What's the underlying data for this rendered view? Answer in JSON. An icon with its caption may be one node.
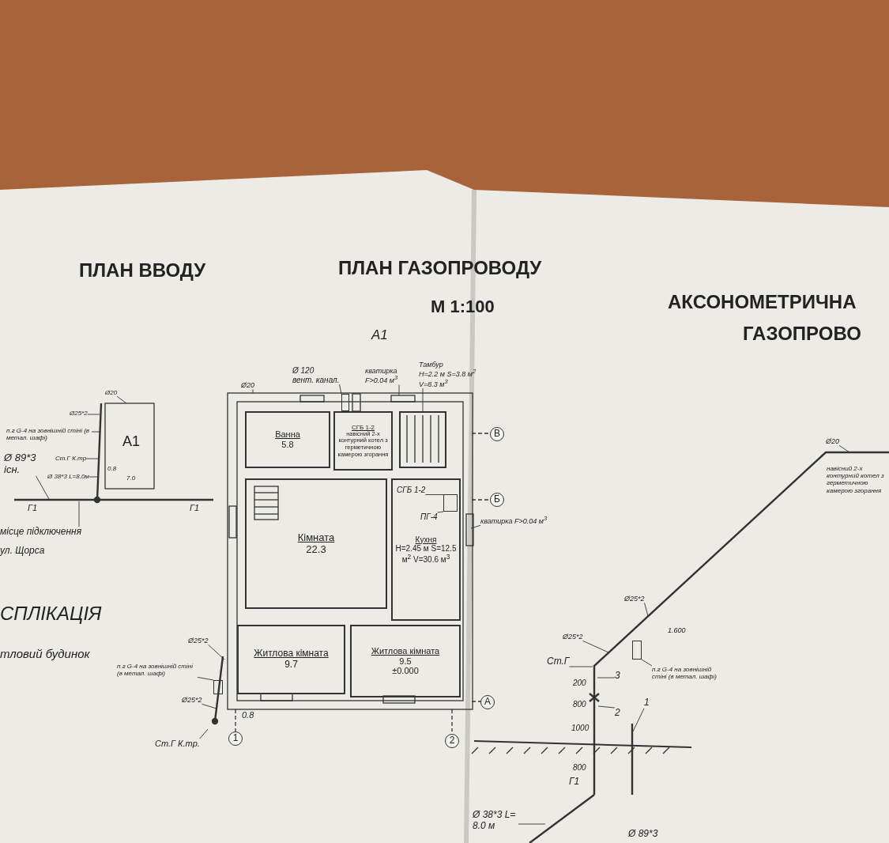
{
  "diagram": {
    "nodes": [
      {
        "text": [
          "A1"
        ]
      },
      {
        "text": [
          "Ø20"
        ]
      },
      {
        "text": [
          "Ø25*2"
        ]
      },
      {
        "text": [
          "п.г G-4 на зовнішній стіні (в метал. шафі)"
        ]
      },
      {
        "text": [
          "Ст.Г К.тр"
        ]
      },
      {
        "text": [
          "Ø 38*3 L=8.0м"
        ]
      },
      {
        "text": [
          "Ø 89*3",
          "існ."
        ]
      },
      {
        "text": [
          "місце підключення"
        ]
      },
      {
        "text": [
          "Ванна",
          "5.8"
        ]
      },
      {
        "text": [
          "СГБ 1-2",
          "навісний 2-х контурний котел з герметичною камерою згорання"
        ]
      },
      {
        "text": [],
        "shape": "box"
      },
      {
        "text": [
          "Тамбур",
          "H=2.2 м S=3.8 м$^{2}$ V=8.3 м$^{3}$"
        ]
      },
      {
        "text": [
          "Кімната",
          "22.3"
        ]
      },
      {
        "text": [
          "Кухня",
          "H=2.45 м S=12.5 м$^{2}$ V=30.6 м$^{3}$"
        ]
      },
      {
        "text": [
          "Житлова кімната",
          "9.7"
        ]
      },
      {
        "text": [
          "Житлова кімната",
          "9.5",
          "±0.000"
        ]
      },
      {
        "text": [
          "Ø 120",
          "вент. канал."
        ]
      },
      {
        "text": [
          "кватирка F>0.04 м$^{3}$"
        ]
      },
      {
        "text": [
          "Ø20"
        ]
      },
      {
        "text": [
          "СГБ 1-2"
        ],
        "in": 13
      },
      {
        "text": [
          "ПГ-4"
        ],
        "in": 13
      },
      {
        "text": [
          "кватирка F>0.04 м$^{3}$"
        ]
      },
      {
        "text": [
          "Ø25*2"
        ]
      },
      {
        "text": [
          "п.г G-4 на зовнішній стіні (в метал. шафі)"
        ]
      },
      {
        "text": [
          "Ø25*2"
        ]
      },
      {
        "text": [
          "Ст.Г К.тр."
        ]
      },
      {
        "text": [
          "В"
        ]
      },
      {
        "text": [
          "Б"
        ]
      },
      {
        "text": [
          "А"
        ]
      },
      {
        "text": [
          "1"
        ]
      },
      {
        "text": [
          "2"
        ]
      },
      {
        "text": [
          "Ø20"
        ]
      },
      {
        "text": [
          "Ø25*2"
        ]
      },
      {
        "text": [
          "Ø25*2"
        ]
      },
      {
        "text": [
          "Ст.Г"
        ]
      },
      {
        "text": [
          "п.г G-4 на зовнішній стіні (в метал. шафі)"
        ]
      },
      {
        "text": [
          "3"
        ]
      },
      {
        "text": [
          "2"
        ]
      },
      {
        "text": [
          "1"
        ]
      },
      {
        "text": [
          "Ø 38*3 L= 8.0 м"
        ]
      },
      {
        "text": [],
        "shape": "box",
        "in": 13
      },
      {
        "text": [],
        "shape": "box"
      },
      {
        "text": [],
        "shape": "box"
      },
      {
        "text": [],
        "shape": "box"
      }
    ],
    "edges": [
      {
        "from": 1,
        "to": null,
        "arrow": "none"
      },
      {
        "from": 2,
        "to": null,
        "arrow": "none"
      },
      {
        "from": 3,
        "to": null,
        "arrow": "none"
      },
      {
        "from": 4,
        "to": null,
        "arrow": "none"
      },
      {
        "from": 5,
        "to": null,
        "arrow": "none"
      },
      {
        "from": 6,
        "to": null,
        "arrow": "none"
      },
      {
        "from": 7,
        "to": null,
        "arrow": "none"
      },
      {
        "from": 16,
        "to": 43,
        "arrow": "none"
      },
      {
        "from": 17,
        "to": null,
        "arrow": "none"
      },
      {
        "from": 18,
        "to": null,
        "arrow": "none"
      },
      {
        "from": 11,
        "to": 10,
        "arrow": "none"
      },
      {
        "from": 19,
        "to": 40,
        "arrow": "none"
      },
      {
        "from": 20,
        "to": 40,
        "arrow": "none"
      },
      {
        "from": 21,
        "to": null,
        "arrow": "none"
      },
      {
        "from": 22,
        "to": null,
        "arrow": "none"
      },
      {
        "from": 23,
        "to": 41,
        "arrow": "none"
      },
      {
        "from": 24,
        "to": null,
        "arrow": "none"
      },
      {
        "from": 25,
        "to": null,
        "arrow": "none"
      },
      {
        "from": 31,
        "to": null,
        "arrow": "none"
      },
      {
        "from": 32,
        "to": null,
        "arrow": "none"
      },
      {
        "from": 33,
        "to": null,
        "arrow": "none"
      },
      {
        "from": 34,
        "to": null,
        "arrow": "none"
      },
      {
        "from": 35,
        "to": 42,
        "arrow": "none"
      },
      {
        "from": 36,
        "to": null,
        "arrow": "none"
      },
      {
        "from": 37,
        "to": null,
        "arrow": "none"
      },
      {
        "from": 38,
        "to": null,
        "arrow": "none"
      },
      {
        "from": 39,
        "to": null,
        "arrow": "none"
      }
    ],
    "labels": [
      "ПЛАН ВВОДУ",
      "ПЛАН ГАЗОПРОВОДУ",
      "М 1:100",
      "АКСОНОМЕТРИЧНА",
      "ГАЗОПРОВО",
      "СПЛІКАЦІЯ",
      "тловий будинок",
      "A1",
      "Г1",
      "Г1",
      "0.8",
      "7.0",
      "ул. Щорса",
      "0.8",
      "Г1",
      "200",
      "800",
      "1000",
      "800",
      "1.600",
      "Ø 89*3",
      "навісний 2-х контурний котел з герметичною камерою згорання"
    ]
  }
}
